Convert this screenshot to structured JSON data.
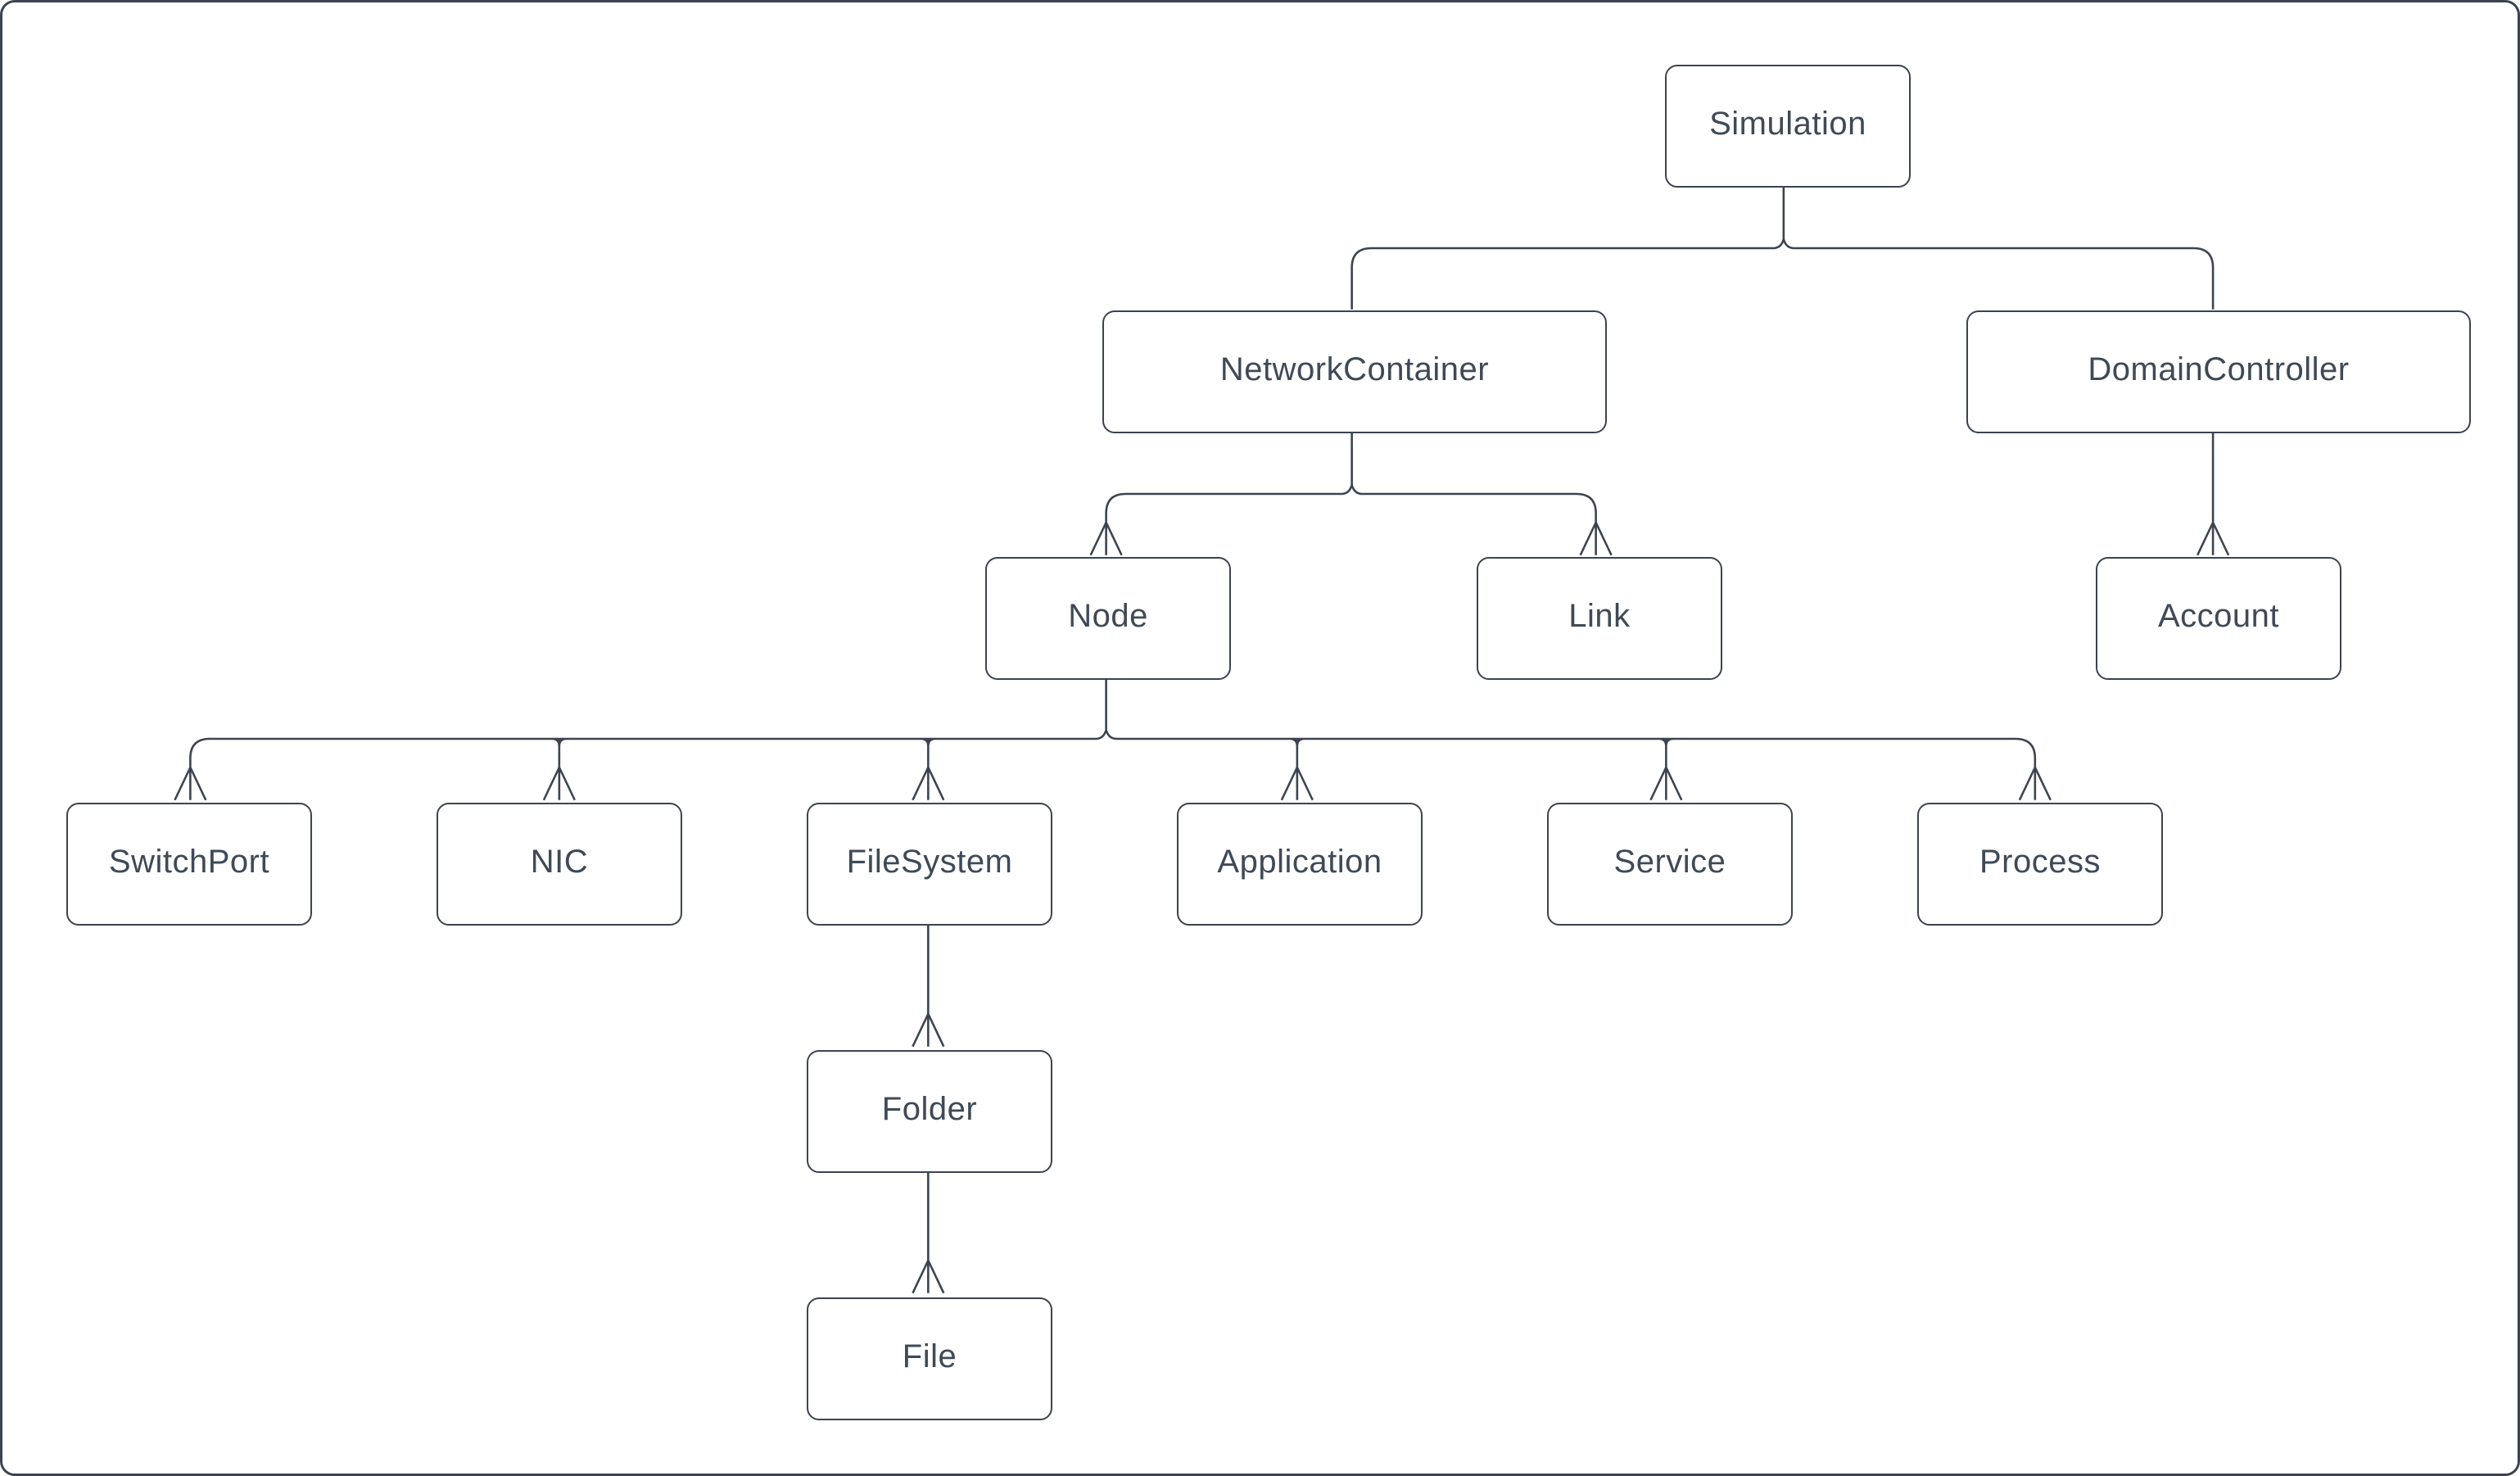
{
  "diagram": {
    "background": "#ffffff",
    "line_color": "#3b4450",
    "text_color": "#3f4a57",
    "nodes": [
      {
        "id": "simulation",
        "label": "Simulation"
      },
      {
        "id": "network-container",
        "label": "NetworkContainer"
      },
      {
        "id": "domain-controller",
        "label": "DomainController"
      },
      {
        "id": "node",
        "label": "Node"
      },
      {
        "id": "link",
        "label": "Link"
      },
      {
        "id": "account",
        "label": "Account"
      },
      {
        "id": "switch-port",
        "label": "SwitchPort"
      },
      {
        "id": "nic",
        "label": "NIC"
      },
      {
        "id": "file-system",
        "label": "FileSystem"
      },
      {
        "id": "application",
        "label": "Application"
      },
      {
        "id": "service",
        "label": "Service"
      },
      {
        "id": "process",
        "label": "Process"
      },
      {
        "id": "folder",
        "label": "Folder"
      },
      {
        "id": "file",
        "label": "File"
      }
    ],
    "edges": [
      {
        "from": "simulation",
        "to": [
          "network-container",
          "domain-controller"
        ],
        "arrow": false
      },
      {
        "from": "network-container",
        "to": [
          "node",
          "link"
        ],
        "arrow": true
      },
      {
        "from": "domain-controller",
        "to": [
          "account"
        ],
        "arrow": true
      },
      {
        "from": "node",
        "to": [
          "switch-port",
          "nic",
          "file-system",
          "application",
          "service",
          "process"
        ],
        "arrow": true
      },
      {
        "from": "file-system",
        "to": [
          "folder"
        ],
        "arrow": true
      },
      {
        "from": "folder",
        "to": [
          "file"
        ],
        "arrow": true
      }
    ]
  }
}
